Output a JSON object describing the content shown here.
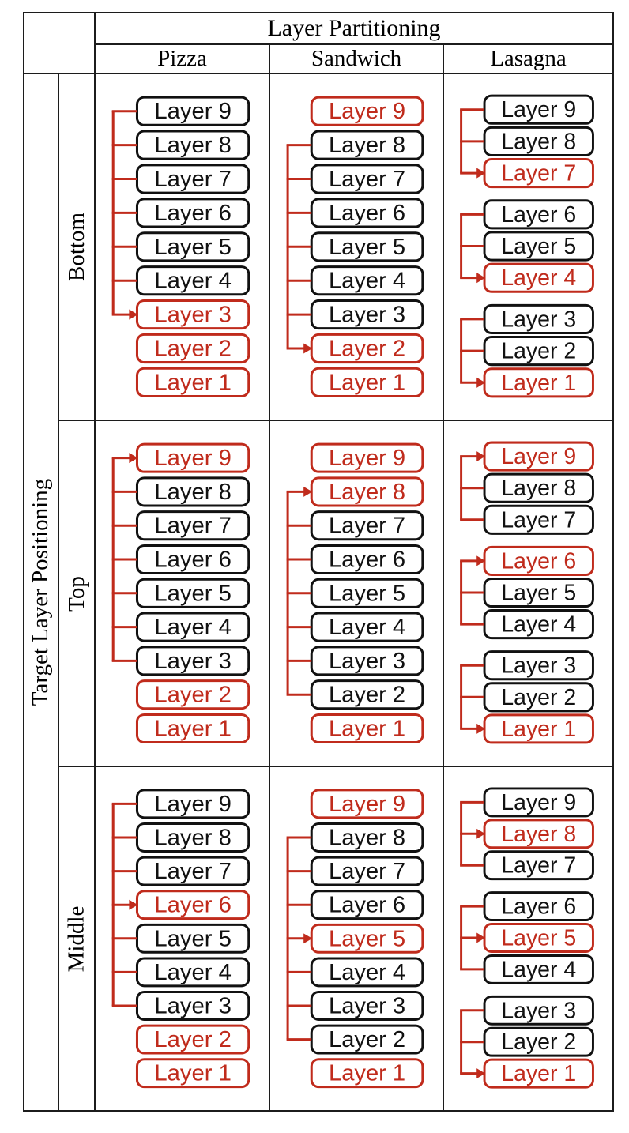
{
  "figure": {
    "column_group_label": "Layer Partitioning",
    "row_group_label": "Target Layer Positioning",
    "columns": [
      "Pizza",
      "Sandwich",
      "Lasagna"
    ],
    "rows": [
      "Bottom",
      "Top",
      "Middle"
    ],
    "colors": {
      "highlight_red": "#c02b1c",
      "line_black": "#111111"
    },
    "cells": [
      {
        "row": "Bottom",
        "column": "Pizza",
        "layout": "uniform",
        "layers": [
          {
            "label": "Layer 9",
            "highlighted": false
          },
          {
            "label": "Layer 8",
            "highlighted": false
          },
          {
            "label": "Layer 7",
            "highlighted": false
          },
          {
            "label": "Layer 6",
            "highlighted": false
          },
          {
            "label": "Layer 5",
            "highlighted": false
          },
          {
            "label": "Layer 4",
            "highlighted": false
          },
          {
            "label": "Layer 3",
            "highlighted": true
          },
          {
            "label": "Layer 2",
            "highlighted": true
          },
          {
            "label": "Layer 1",
            "highlighted": true
          }
        ],
        "groups": [
          {
            "sources": [
              9,
              8,
              7,
              6,
              5,
              4
            ],
            "arrow_target": 3
          }
        ]
      },
      {
        "row": "Bottom",
        "column": "Sandwich",
        "layout": "uniform",
        "layers": [
          {
            "label": "Layer 9",
            "highlighted": true
          },
          {
            "label": "Layer 8",
            "highlighted": false
          },
          {
            "label": "Layer 7",
            "highlighted": false
          },
          {
            "label": "Layer 6",
            "highlighted": false
          },
          {
            "label": "Layer 5",
            "highlighted": false
          },
          {
            "label": "Layer 4",
            "highlighted": false
          },
          {
            "label": "Layer 3",
            "highlighted": false
          },
          {
            "label": "Layer 2",
            "highlighted": true
          },
          {
            "label": "Layer 1",
            "highlighted": true
          }
        ],
        "groups": [
          {
            "sources": [
              8,
              7,
              6,
              5,
              4,
              3
            ],
            "arrow_target": 2
          }
        ]
      },
      {
        "row": "Bottom",
        "column": "Lasagna",
        "layout": "grouped",
        "layers": [
          {
            "label": "Layer 9",
            "highlighted": false
          },
          {
            "label": "Layer 8",
            "highlighted": false
          },
          {
            "label": "Layer 7",
            "highlighted": true
          },
          {
            "label": "Layer 6",
            "highlighted": false
          },
          {
            "label": "Layer 5",
            "highlighted": false
          },
          {
            "label": "Layer 4",
            "highlighted": true
          },
          {
            "label": "Layer 3",
            "highlighted": false
          },
          {
            "label": "Layer 2",
            "highlighted": false
          },
          {
            "label": "Layer 1",
            "highlighted": true
          }
        ],
        "groups": [
          {
            "sources": [
              9,
              8
            ],
            "arrow_target": 7
          },
          {
            "sources": [
              6,
              5
            ],
            "arrow_target": 4
          },
          {
            "sources": [
              3,
              2
            ],
            "arrow_target": 1
          }
        ]
      },
      {
        "row": "Top",
        "column": "Pizza",
        "layout": "uniform",
        "layers": [
          {
            "label": "Layer 9",
            "highlighted": true
          },
          {
            "label": "Layer 8",
            "highlighted": false
          },
          {
            "label": "Layer 7",
            "highlighted": false
          },
          {
            "label": "Layer 6",
            "highlighted": false
          },
          {
            "label": "Layer 5",
            "highlighted": false
          },
          {
            "label": "Layer 4",
            "highlighted": false
          },
          {
            "label": "Layer 3",
            "highlighted": false
          },
          {
            "label": "Layer 2",
            "highlighted": true
          },
          {
            "label": "Layer 1",
            "highlighted": true
          }
        ],
        "groups": [
          {
            "sources": [
              8,
              7,
              6,
              5,
              4,
              3
            ],
            "arrow_target": 9
          }
        ]
      },
      {
        "row": "Top",
        "column": "Sandwich",
        "layout": "uniform",
        "layers": [
          {
            "label": "Layer 9",
            "highlighted": true
          },
          {
            "label": "Layer 8",
            "highlighted": true
          },
          {
            "label": "Layer 7",
            "highlighted": false
          },
          {
            "label": "Layer 6",
            "highlighted": false
          },
          {
            "label": "Layer 5",
            "highlighted": false
          },
          {
            "label": "Layer 4",
            "highlighted": false
          },
          {
            "label": "Layer 3",
            "highlighted": false
          },
          {
            "label": "Layer 2",
            "highlighted": false
          },
          {
            "label": "Layer 1",
            "highlighted": true
          }
        ],
        "groups": [
          {
            "sources": [
              7,
              6,
              5,
              4,
              3,
              2
            ],
            "arrow_target": 8
          }
        ]
      },
      {
        "row": "Top",
        "column": "Lasagna",
        "layout": "grouped",
        "layers": [
          {
            "label": "Layer 9",
            "highlighted": true
          },
          {
            "label": "Layer 8",
            "highlighted": false
          },
          {
            "label": "Layer 7",
            "highlighted": false
          },
          {
            "label": "Layer 6",
            "highlighted": true
          },
          {
            "label": "Layer 5",
            "highlighted": false
          },
          {
            "label": "Layer 4",
            "highlighted": false
          },
          {
            "label": "Layer 3",
            "highlighted": false
          },
          {
            "label": "Layer 2",
            "highlighted": false
          },
          {
            "label": "Layer 1",
            "highlighted": true
          }
        ],
        "groups": [
          {
            "sources": [
              8,
              7
            ],
            "arrow_target": 9
          },
          {
            "sources": [
              5,
              4
            ],
            "arrow_target": 6
          },
          {
            "sources": [
              3,
              2
            ],
            "arrow_target": 1
          }
        ]
      },
      {
        "row": "Middle",
        "column": "Pizza",
        "layout": "uniform",
        "layers": [
          {
            "label": "Layer 9",
            "highlighted": false
          },
          {
            "label": "Layer 8",
            "highlighted": false
          },
          {
            "label": "Layer 7",
            "highlighted": false
          },
          {
            "label": "Layer 6",
            "highlighted": true
          },
          {
            "label": "Layer 5",
            "highlighted": false
          },
          {
            "label": "Layer 4",
            "highlighted": false
          },
          {
            "label": "Layer 3",
            "highlighted": false
          },
          {
            "label": "Layer 2",
            "highlighted": true
          },
          {
            "label": "Layer 1",
            "highlighted": true
          }
        ],
        "groups": [
          {
            "sources": [
              9,
              8,
              7,
              5,
              4,
              3
            ],
            "arrow_target": 6
          }
        ]
      },
      {
        "row": "Middle",
        "column": "Sandwich",
        "layout": "uniform",
        "layers": [
          {
            "label": "Layer 9",
            "highlighted": true
          },
          {
            "label": "Layer 8",
            "highlighted": false
          },
          {
            "label": "Layer 7",
            "highlighted": false
          },
          {
            "label": "Layer 6",
            "highlighted": false
          },
          {
            "label": "Layer 5",
            "highlighted": true
          },
          {
            "label": "Layer 4",
            "highlighted": false
          },
          {
            "label": "Layer 3",
            "highlighted": false
          },
          {
            "label": "Layer 2",
            "highlighted": false
          },
          {
            "label": "Layer 1",
            "highlighted": true
          }
        ],
        "groups": [
          {
            "sources": [
              8,
              7,
              6,
              4,
              3,
              2
            ],
            "arrow_target": 5
          }
        ]
      },
      {
        "row": "Middle",
        "column": "Lasagna",
        "layout": "grouped",
        "layers": [
          {
            "label": "Layer 9",
            "highlighted": false
          },
          {
            "label": "Layer 8",
            "highlighted": true
          },
          {
            "label": "Layer 7",
            "highlighted": false
          },
          {
            "label": "Layer 6",
            "highlighted": false
          },
          {
            "label": "Layer 5",
            "highlighted": true
          },
          {
            "label": "Layer 4",
            "highlighted": false
          },
          {
            "label": "Layer 3",
            "highlighted": false
          },
          {
            "label": "Layer 2",
            "highlighted": false
          },
          {
            "label": "Layer 1",
            "highlighted": true
          }
        ],
        "groups": [
          {
            "sources": [
              9,
              7
            ],
            "arrow_target": 8
          },
          {
            "sources": [
              6,
              4
            ],
            "arrow_target": 5
          },
          {
            "sources": [
              3,
              2
            ],
            "arrow_target": 1
          }
        ]
      }
    ]
  }
}
